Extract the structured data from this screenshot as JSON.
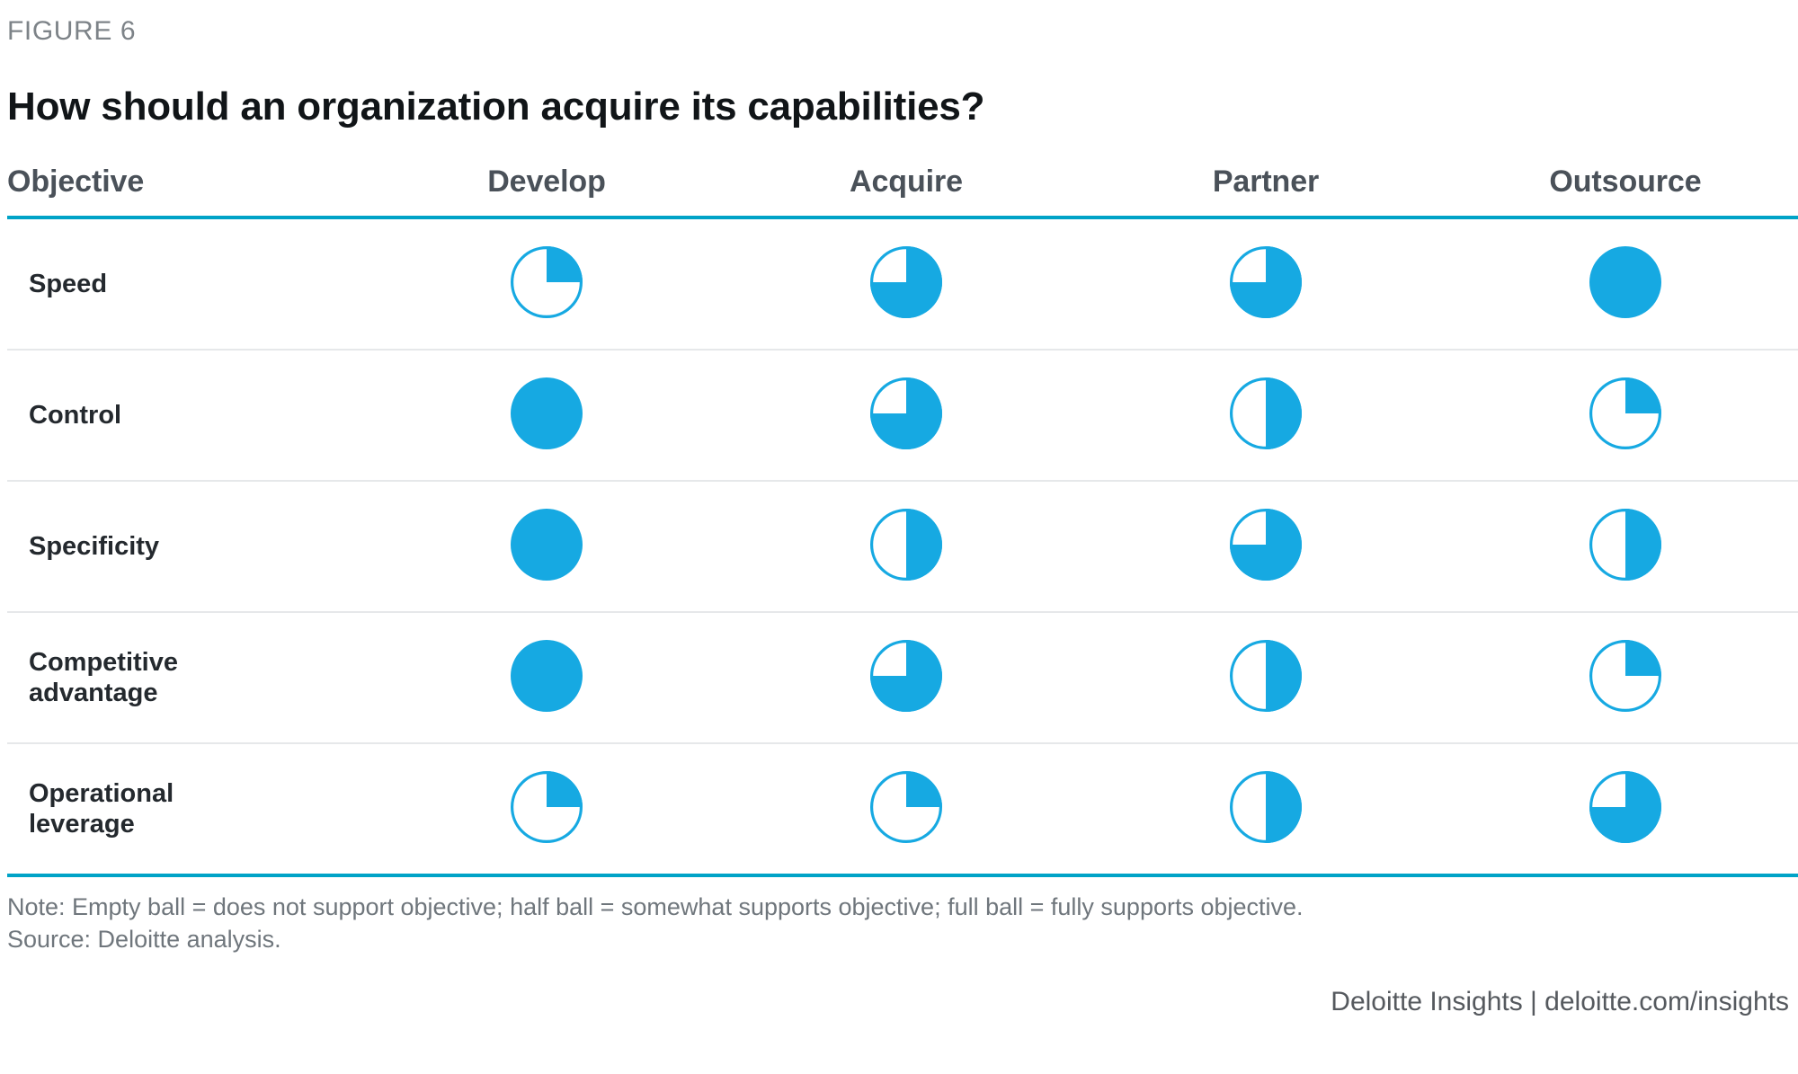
{
  "figure": {
    "kicker": "FIGURE 6",
    "title": "How should an organization acquire its capabilities?"
  },
  "colors": {
    "accent_rule": "#00a3c7",
    "ball_fill": "#16a9e2",
    "ball_stroke": "#16a9e2",
    "header_text": "#4a5159",
    "kicker_text": "#7d8388",
    "title_text": "#111518",
    "row_divider": "#e6e8ea",
    "note_text": "#6f767c"
  },
  "table": {
    "columns": [
      "Objective",
      "Develop",
      "Acquire",
      "Partner",
      "Outsource"
    ],
    "rows": [
      {
        "objective": "Speed",
        "values": [
          25,
          75,
          75,
          100
        ]
      },
      {
        "objective": "Control",
        "values": [
          100,
          75,
          50,
          25
        ]
      },
      {
        "objective": "Specificity",
        "values": [
          100,
          50,
          75,
          50
        ]
      },
      {
        "objective": "Competitive advantage",
        "values": [
          100,
          75,
          50,
          25
        ]
      },
      {
        "objective": "Operational leverage",
        "values": [
          25,
          25,
          50,
          75
        ]
      }
    ]
  },
  "chart_data": {
    "type": "heatmap",
    "title": "How should an organization acquire its capabilities?",
    "xlabel": "",
    "ylabel": "Objective",
    "categories": [
      "Develop",
      "Acquire",
      "Partner",
      "Outsource"
    ],
    "rows": [
      "Speed",
      "Control",
      "Specificity",
      "Competitive advantage",
      "Operational leverage"
    ],
    "series": [
      {
        "name": "Speed",
        "values": [
          25,
          75,
          75,
          100
        ]
      },
      {
        "name": "Control",
        "values": [
          100,
          75,
          50,
          25
        ]
      },
      {
        "name": "Specificity",
        "values": [
          100,
          50,
          75,
          50
        ]
      },
      {
        "name": "Competitive advantage",
        "values": [
          100,
          75,
          50,
          25
        ]
      },
      {
        "name": "Operational leverage",
        "values": [
          25,
          25,
          50,
          75
        ]
      }
    ],
    "value_unit": "percent fill of Harvey ball",
    "value_scale": [
      0,
      25,
      50,
      75,
      100
    ],
    "legend": "Empty ball = does not support objective; half ball = somewhat supports objective; full ball = fully supports objective",
    "grid": false,
    "legend_position": "below"
  },
  "footer": {
    "note": "Note: Empty ball = does not support objective; half ball = somewhat supports objective; full ball = fully supports objective.",
    "source": "Source: Deloitte analysis.",
    "brand": "Deloitte Insights | deloitte.com/insights"
  }
}
